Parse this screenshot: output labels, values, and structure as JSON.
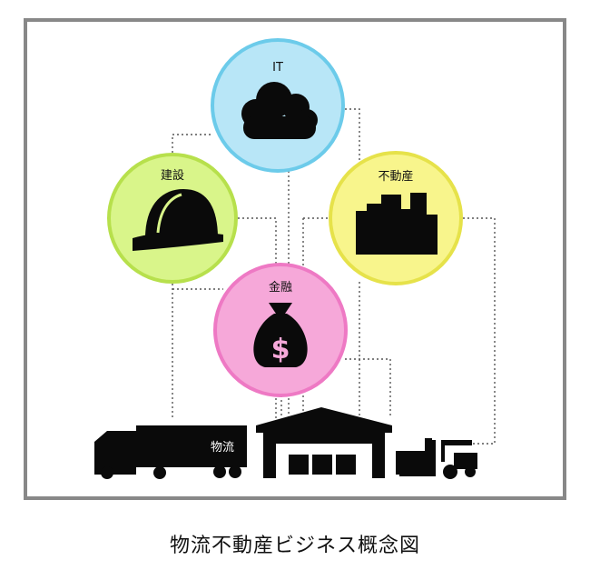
{
  "nodes": {
    "it": {
      "label": "IT",
      "color": "#b8e6f7",
      "border": "#6ccbea",
      "icon": "cloud-icon"
    },
    "construction": {
      "label": "建設",
      "color": "#d9f58a",
      "border": "#b7e04c",
      "icon": "hard-hat-icon"
    },
    "realestate": {
      "label": "不動産",
      "color": "#f8f58c",
      "border": "#e6e24a",
      "icon": "buildings-icon"
    },
    "finance": {
      "label": "金融",
      "color": "#f6a8d9",
      "border": "#ee79c4",
      "icon": "money-bag-icon"
    }
  },
  "logistics": {
    "truck_label": "物流",
    "icons": [
      "truck-icon",
      "warehouse-icon",
      "forklift-icon"
    ]
  },
  "caption": "物流不動産ビジネス概念図"
}
